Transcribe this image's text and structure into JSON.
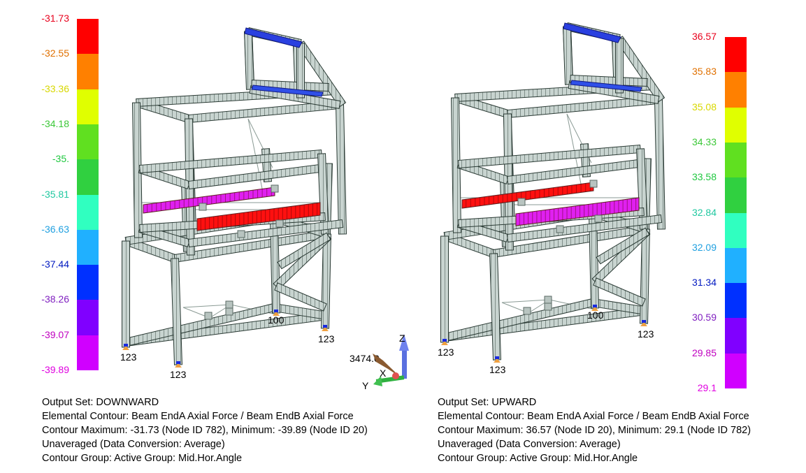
{
  "left_panel": {
    "legend": {
      "values": [
        "-31.73",
        "-32.55",
        "-33.36",
        "-34.18",
        "-35.",
        "-35.81",
        "-36.63",
        "-37.44",
        "-38.26",
        "-39.07",
        "-39.89"
      ],
      "label_colors": [
        "#e8001c",
        "#e07000",
        "#d8d800",
        "#3cc838",
        "#20c840",
        "#20c8a0",
        "#20a0e0",
        "#0018c0",
        "#8020c0",
        "#c000c0",
        "#e000e0"
      ]
    },
    "node_labels": [
      "123",
      "123",
      "123",
      "100",
      "3474.0"
    ],
    "info": {
      "output_set": "Output Set: DOWNWARD",
      "contour": "Elemental Contour: Beam EndA Axial Force / Beam EndB Axial Force",
      "maxmin": "Contour Maximum: -31.73 (Node ID 782), Minimum: -39.89 (Node ID 20)",
      "averaging": "Unaveraged (Data Conversion: Average)",
      "group": "Contour Group: Active Group: Mid.Hor.Angle"
    }
  },
  "right_panel": {
    "legend": {
      "values": [
        "36.57",
        "35.83",
        "35.08",
        "34.33",
        "33.58",
        "32.84",
        "32.09",
        "31.34",
        "30.59",
        "29.85",
        "29.1"
      ],
      "label_colors": [
        "#e8001c",
        "#e07000",
        "#d8d800",
        "#3cc838",
        "#20c840",
        "#20c8a0",
        "#20a0e0",
        "#0018c0",
        "#8020c0",
        "#c000c0",
        "#e000e0"
      ]
    },
    "node_labels": [
      "123",
      "123",
      "123",
      "100"
    ],
    "info": {
      "output_set": "Output Set: UPWARD",
      "contour": "Elemental Contour: Beam EndA Axial Force / Beam EndB Axial Force",
      "maxmin": "Contour Maximum: 36.57 (Node ID 20), Minimum: 29.1 (Node ID 782)",
      "averaging": "Unaveraged (Data Conversion: Average)",
      "group": "Contour Group: Active Group: Mid.Hor.Angle"
    }
  },
  "contour_colors": [
    "#ff0000",
    "#ff8000",
    "#e0ff00",
    "#60e020",
    "#30d040",
    "#30ffc0",
    "#20b0ff",
    "#0030ff",
    "#8000ff",
    "#d000ff",
    "#ff10ff"
  ],
  "axis_triad": {
    "z": "Z",
    "x": "X",
    "y": "Y"
  },
  "icons": [
    "axis-triad-icon",
    "constraint-icon"
  ]
}
